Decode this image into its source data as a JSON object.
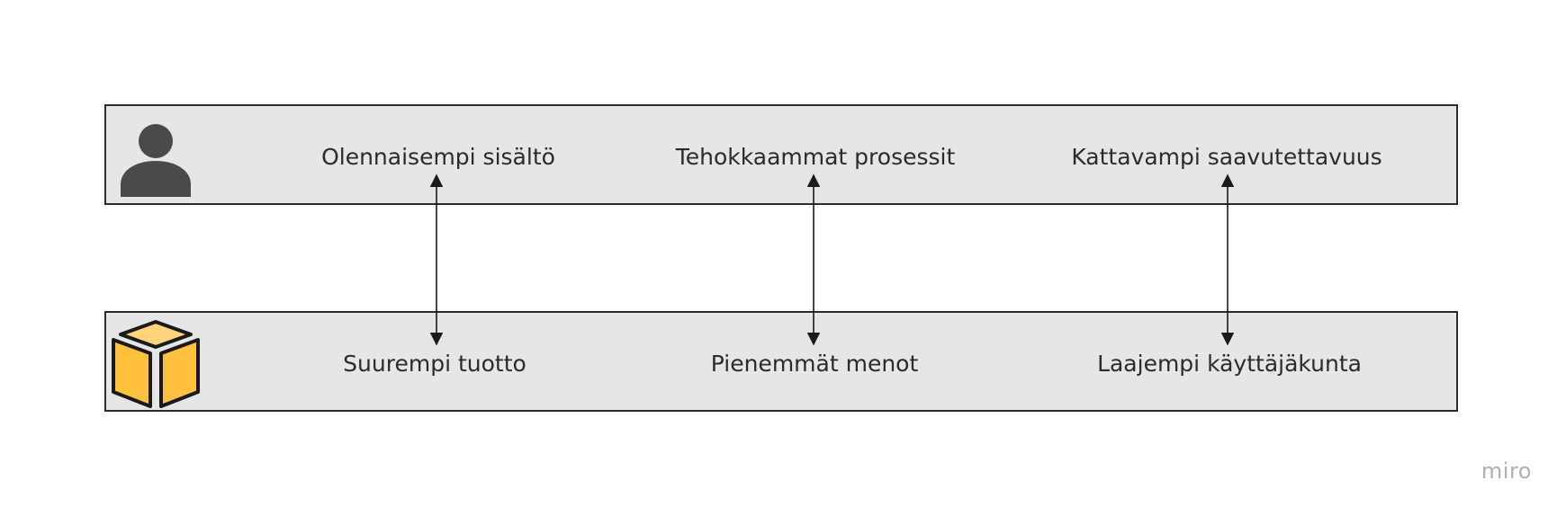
{
  "diagram": {
    "top_row": {
      "icon": "person-icon",
      "labels": [
        "Olennaisempi sisältö",
        "Tehokkaammat prosessit",
        "Kattavampi saavutettavuus"
      ]
    },
    "bottom_row": {
      "icon": "box-icon",
      "labels": [
        "Suurempi tuotto",
        "Pienemmät menot",
        "Laajempi käyttäjäkunta"
      ]
    },
    "connections": [
      {
        "from": "Olennaisempi sisältö",
        "to": "Suurempi tuotto",
        "bidirectional": true
      },
      {
        "from": "Tehokkaammat prosessit",
        "to": "Pienemmät menot",
        "bidirectional": true
      },
      {
        "from": "Kattavampi saavutettavuus",
        "to": "Laajempi käyttäjäkunta",
        "bidirectional": true
      }
    ],
    "colors": {
      "row_fill": "#e6e6e6",
      "row_border": "#2b2b2b",
      "person_icon": "#4a4a4a",
      "box_fill": "#ffc13d",
      "box_top": "#ffd37a",
      "arrow": "#1a1a1a"
    }
  },
  "watermark": "miro"
}
